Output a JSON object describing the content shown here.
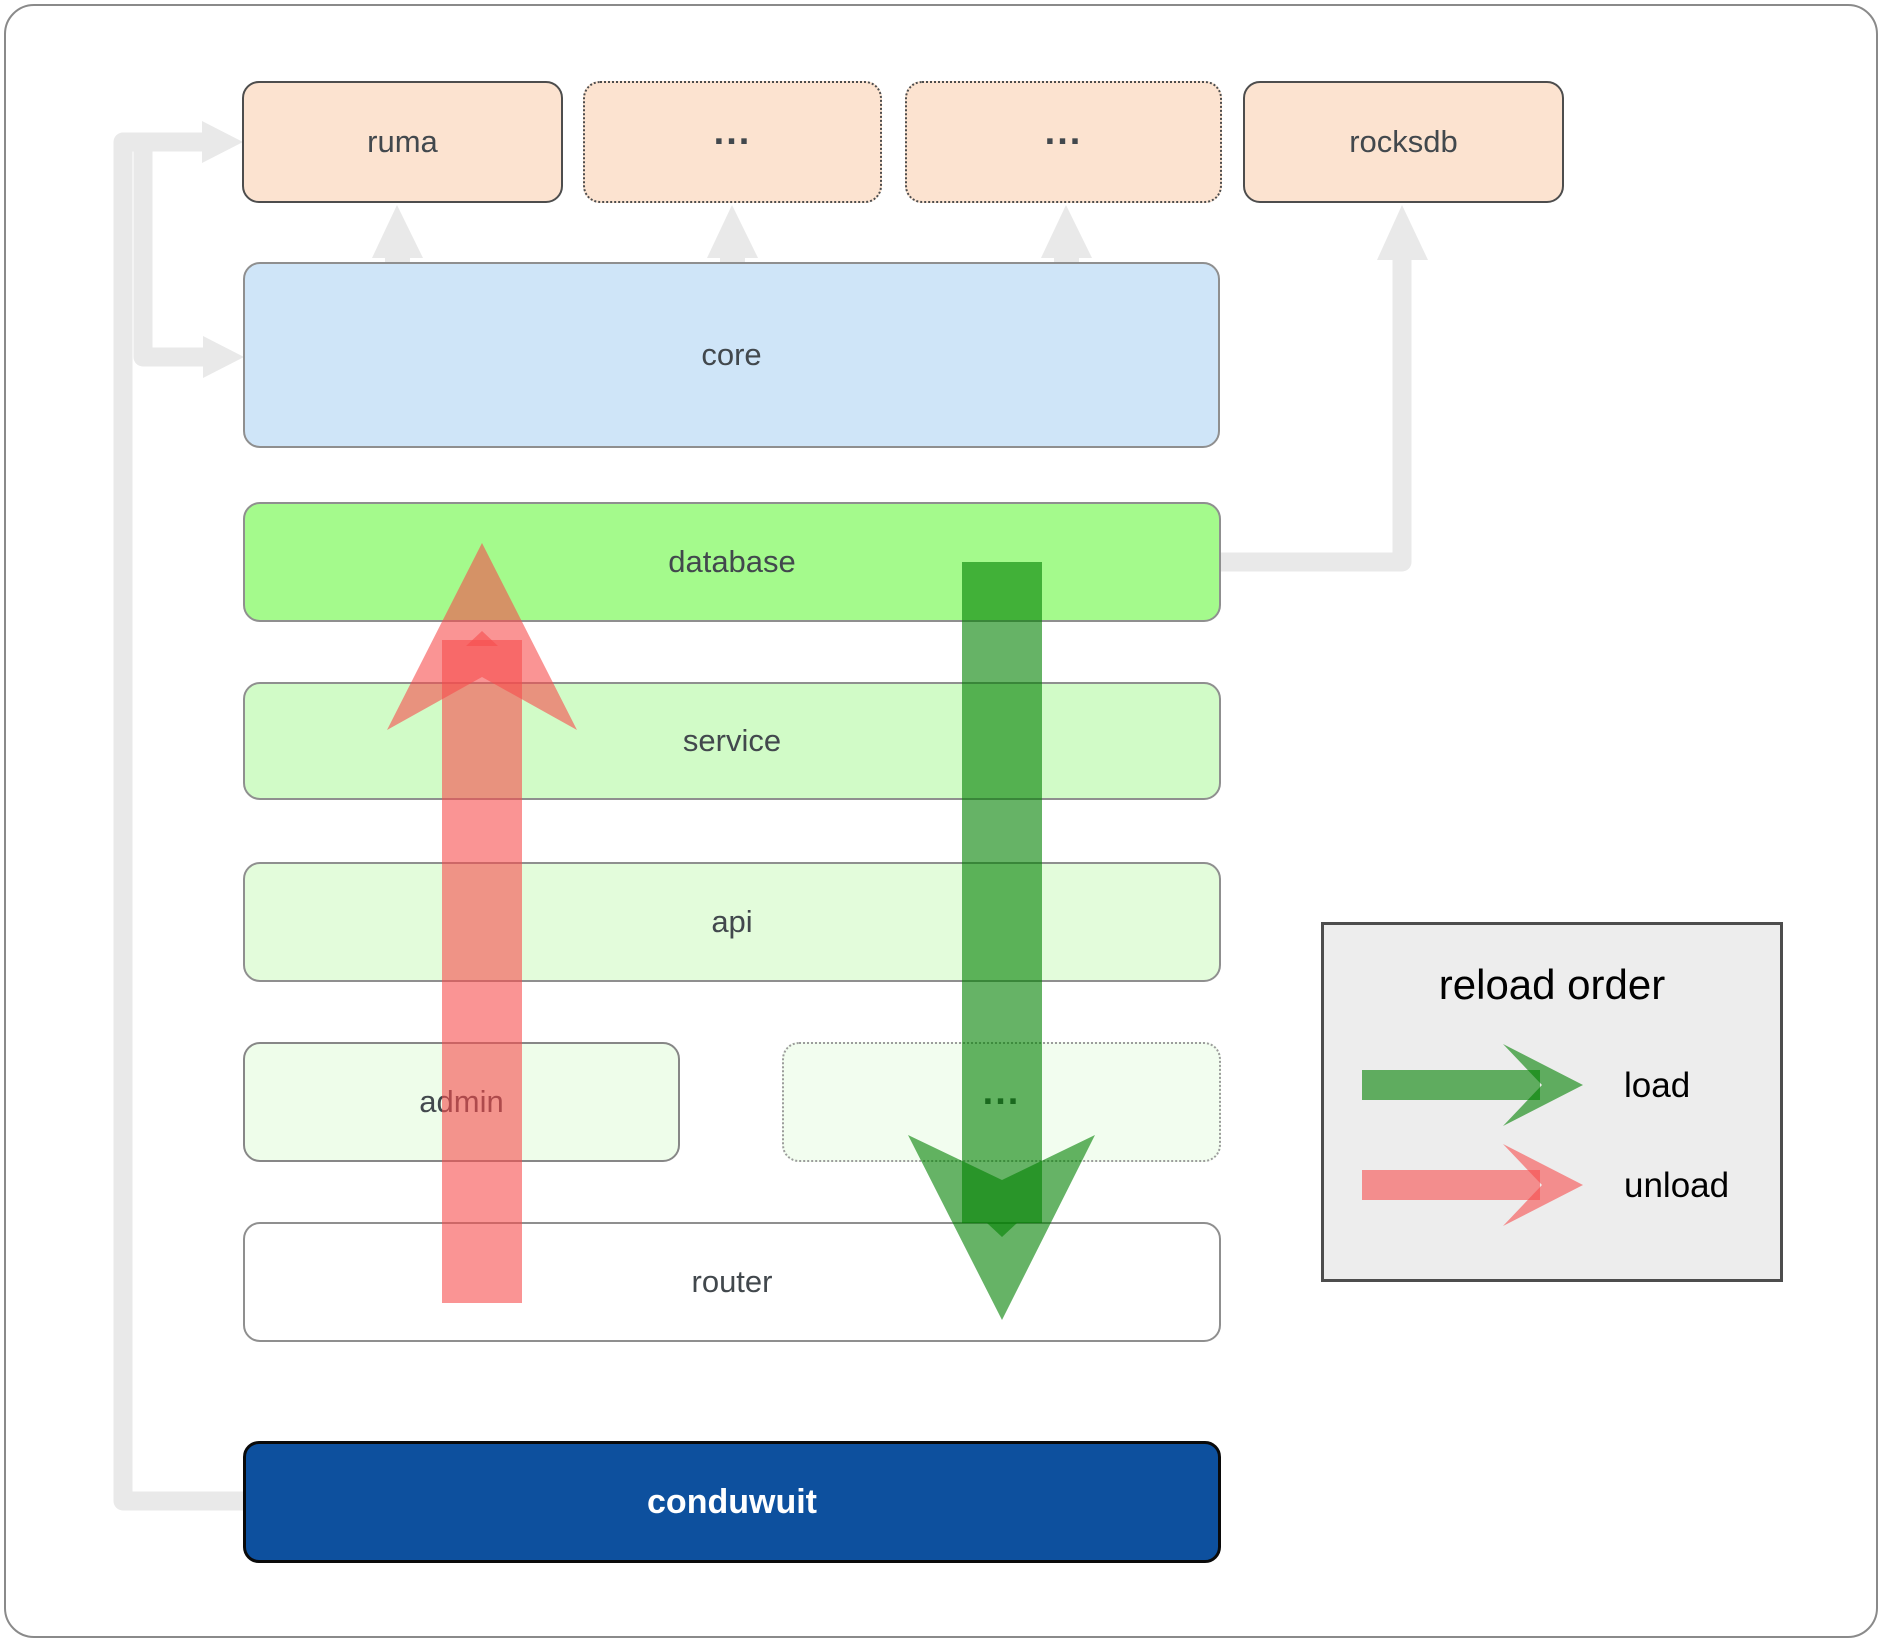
{
  "boxes": {
    "ruma": "ruma",
    "dots_top_1": "...",
    "dots_top_2": "...",
    "rocksdb": "rocksdb",
    "core": "core",
    "database": "database",
    "service": "service",
    "api": "api",
    "admin": "admin",
    "dots_mid": "...",
    "router": "router",
    "conduwuit": "conduwuit"
  },
  "legend": {
    "title": "reload order",
    "load_label": "load",
    "unload_label": "unload"
  },
  "colors": {
    "load_arrow": "#008000",
    "unload_arrow": "#f64c4c",
    "connector_gray": "#e9e9e9",
    "peach": "#fce3d0",
    "core_blue": "#cfe5f8",
    "database_green": "#a4fa8c",
    "service_green": "#d1fbc7",
    "api_green": "#e3fcdb",
    "admin_green": "#eefdea",
    "router_white": "#ffffff",
    "conduwuit_blue": "#0d509e",
    "legend_bg": "#ededed"
  }
}
